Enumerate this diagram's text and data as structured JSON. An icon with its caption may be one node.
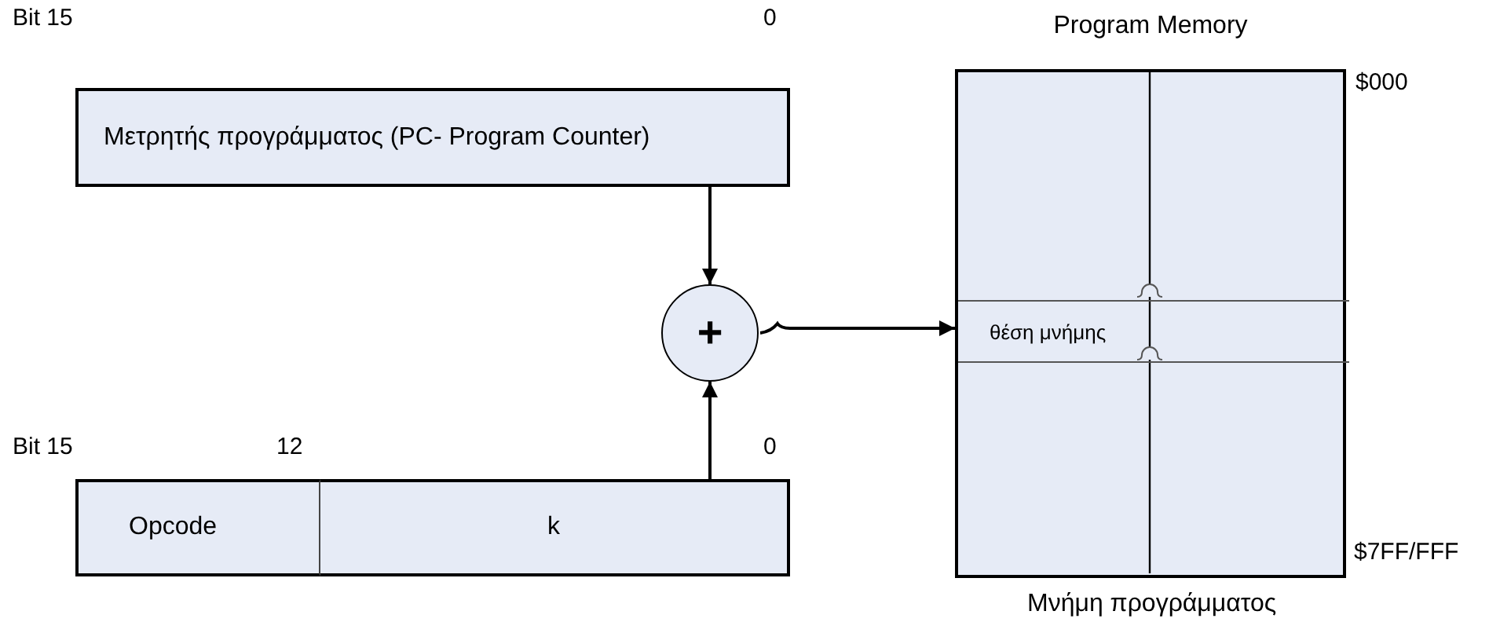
{
  "diagram": {
    "nodes": [
      {
        "text": [
          "Μετρητής προγράμματος (PC- Program Counter)"
        ]
      },
      {
        "text": [
          "+"
        ]
      },
      {
        "text": [
          "Opcode"
        ]
      },
      {
        "text": [
          "k"
        ]
      },
      {
        "text": [
          "Program Memory"
        ]
      },
      {
        "text": [
          "θέση μνήμης"
        ],
        "in": 4
      }
    ],
    "edges": [
      {
        "from": 0,
        "to": 1,
        "arrow": "to"
      },
      {
        "from": 3,
        "to": 1,
        "arrow": "to"
      },
      {
        "from": 1,
        "to": 5,
        "arrow": "to"
      }
    ],
    "labels": [
      "Bit 15",
      "0",
      "Bit 15",
      "12",
      "0",
      "$000",
      "$7FF/FFF",
      "Μνήμη προγράμματος"
    ]
  }
}
